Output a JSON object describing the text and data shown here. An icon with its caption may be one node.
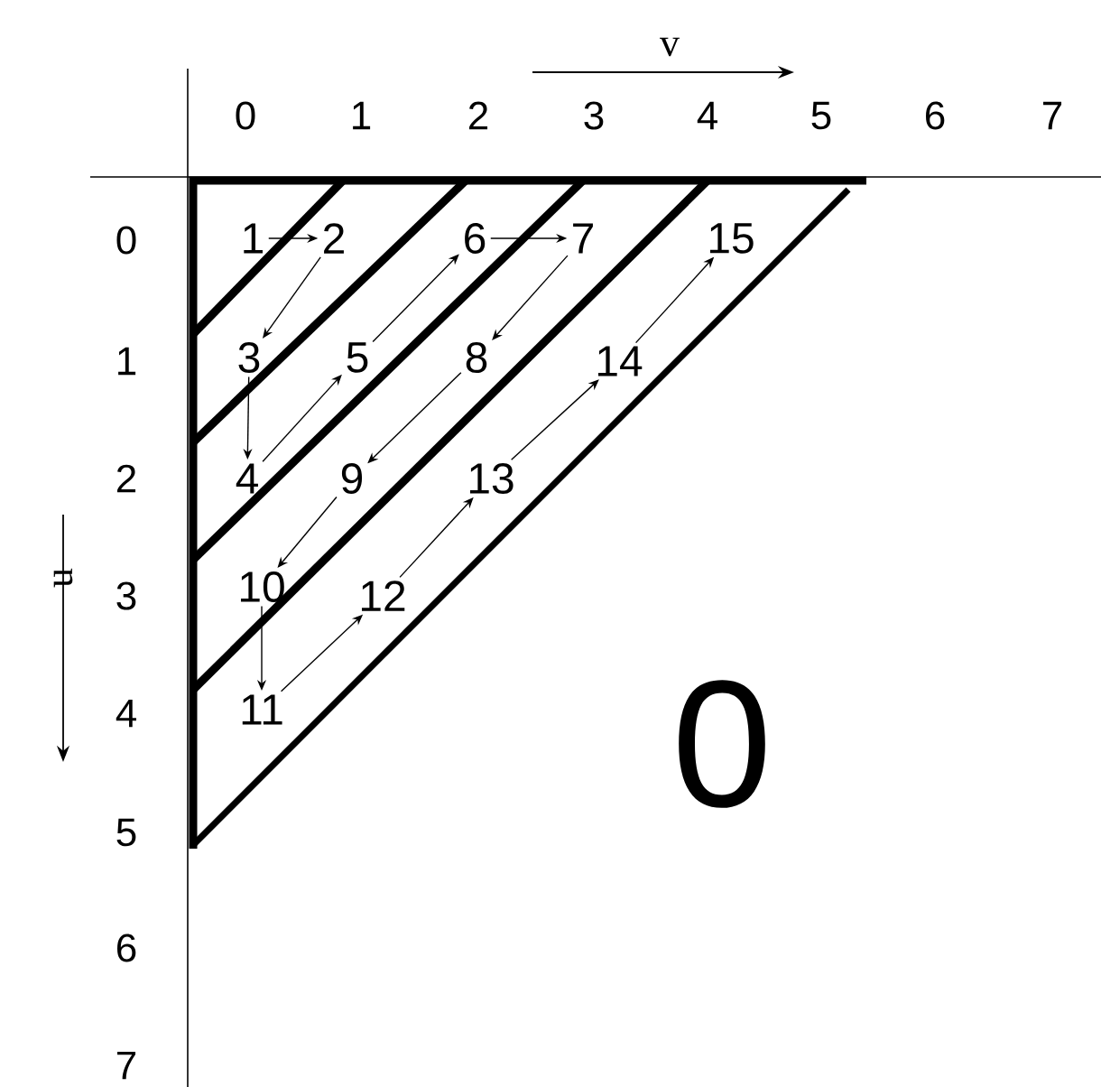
{
  "diagram": {
    "nodes": [
      {
        "text": [
          "1"
        ]
      },
      {
        "text": [
          "2"
        ]
      },
      {
        "text": [
          "3"
        ]
      },
      {
        "text": [
          "4"
        ]
      },
      {
        "text": [
          "5"
        ]
      },
      {
        "text": [
          "6"
        ]
      },
      {
        "text": [
          "7"
        ]
      },
      {
        "text": [
          "8"
        ]
      },
      {
        "text": [
          "9"
        ]
      },
      {
        "text": [
          "10"
        ]
      },
      {
        "text": [
          "11"
        ]
      },
      {
        "text": [
          "12"
        ]
      },
      {
        "text": [
          "13"
        ]
      },
      {
        "text": [
          "14"
        ]
      },
      {
        "text": [
          "15"
        ]
      }
    ],
    "edges": [
      {
        "from": 0,
        "to": 1,
        "arrow": "to"
      },
      {
        "from": 1,
        "to": 2,
        "arrow": "to"
      },
      {
        "from": 2,
        "to": 3,
        "arrow": "to"
      },
      {
        "from": 3,
        "to": 4,
        "arrow": "to"
      },
      {
        "from": 4,
        "to": 5,
        "arrow": "to"
      },
      {
        "from": 5,
        "to": 6,
        "arrow": "to"
      },
      {
        "from": 6,
        "to": 7,
        "arrow": "to"
      },
      {
        "from": 7,
        "to": 8,
        "arrow": "to"
      },
      {
        "from": 8,
        "to": 9,
        "arrow": "to"
      },
      {
        "from": 9,
        "to": 10,
        "arrow": "to"
      },
      {
        "from": 10,
        "to": 11,
        "arrow": "to"
      },
      {
        "from": 11,
        "to": 12,
        "arrow": "to"
      },
      {
        "from": 12,
        "to": 13,
        "arrow": "to"
      },
      {
        "from": 13,
        "to": 14,
        "arrow": "to"
      }
    ],
    "labels": [
      "v",
      "0",
      "1",
      "2",
      "3",
      "4",
      "5",
      "6",
      "7",
      "0",
      "1",
      "2",
      "3",
      "4",
      "5",
      "6",
      "7",
      "u",
      "0"
    ]
  }
}
